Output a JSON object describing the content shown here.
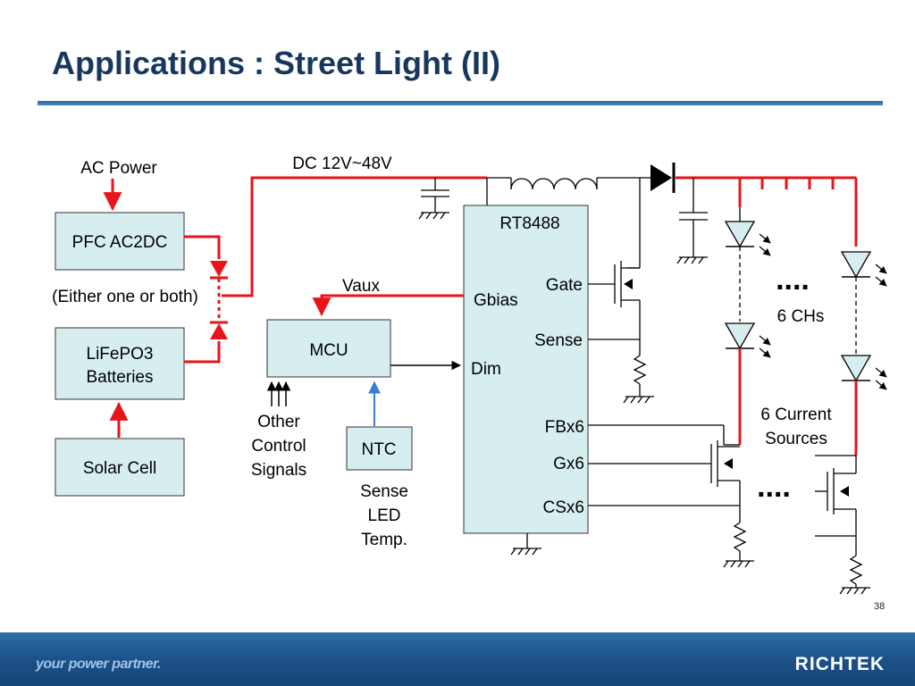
{
  "title": "Applications : Street Light (II)",
  "page_number": "38",
  "footer": {
    "tagline": "your power partner.",
    "brand": "RICHTEK"
  },
  "colors": {
    "title": "#17375e",
    "box_fill": "#d7eef0",
    "power_line": "#e8141a",
    "sensor_line": "#3a7bd5",
    "footer": "#1c4f86"
  },
  "diagram": {
    "ac_power": "AC Power",
    "pfc": "PFC AC2DC",
    "either": "(Either one or both)",
    "battery_line1": "LiFePO3",
    "battery_line2": "Batteries",
    "solar": "Solar Cell",
    "dc_bus": "DC 12V~48V",
    "ic_name": "RT8488",
    "pin_gate": "Gate",
    "pin_gbias": "Gbias",
    "pin_sense": "Sense",
    "pin_dim": "Dim",
    "pin_fb": "FBx6",
    "pin_gx": "Gx6",
    "pin_cs": "CSx6",
    "vaux": "Vaux",
    "mcu": "MCU",
    "other_signals": [
      "Other",
      "Control",
      "Signals"
    ],
    "ntc": "NTC",
    "ntc_desc": [
      "Sense",
      "LED",
      "Temp."
    ],
    "channels": "6 CHs",
    "current_sources": [
      "6 Current",
      "Sources"
    ],
    "dots": "...."
  }
}
